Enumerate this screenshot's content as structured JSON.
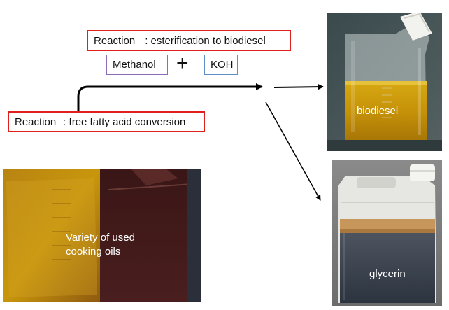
{
  "reaction_esterification": {
    "label": "Reaction",
    "text": ": esterification to biodiesel"
  },
  "reactants": {
    "left": "Methanol",
    "plus": "+",
    "right": "KOH"
  },
  "reaction_ffa": {
    "label": "Reaction",
    "text": ": free fatty acid conversion"
  },
  "photos": {
    "biodiesel_caption": "biodiesel",
    "glycerin_caption": "glycerin",
    "oils_caption_line1": "Variety of used",
    "oils_caption_line2": "cooking oils"
  },
  "colors": {
    "reaction_border": "#e0201c",
    "methanol_border": "#8e6bb8",
    "koh_border": "#5b8fc7",
    "arrow": "#000000"
  }
}
